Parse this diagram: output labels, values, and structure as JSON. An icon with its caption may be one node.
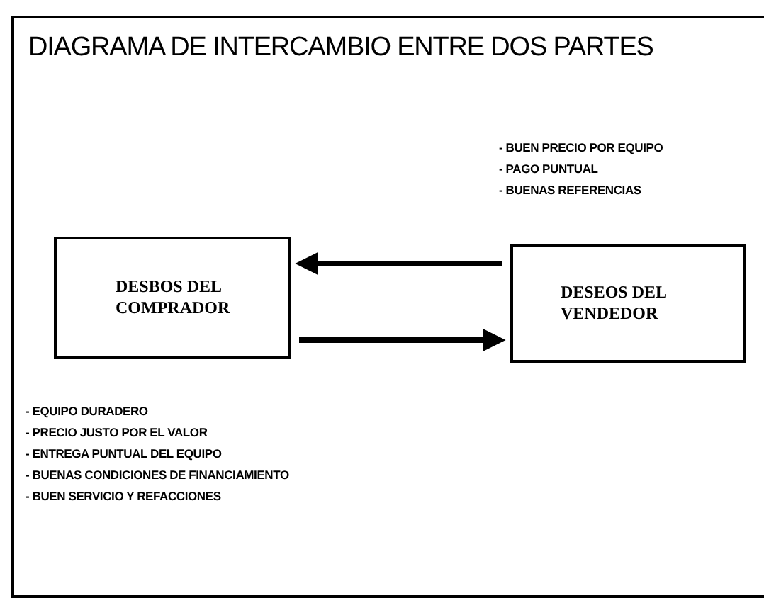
{
  "diagram": {
    "title": "DIAGRAMA DE INTERCAMBIO ENTRE DOS PARTES",
    "nodes": [
      {
        "text": [
          "DESBOS DEL COMPRADOR"
        ]
      },
      {
        "text": [
          "DESEOS DEL VENDEDOR"
        ]
      }
    ],
    "edges": [
      {
        "from": 1,
        "to": 0,
        "arrow": "to"
      },
      {
        "from": 0,
        "to": 1,
        "arrow": "to"
      }
    ],
    "labels": [
      "- BUEN PRECIO POR EQUIPO",
      "- PAGO PUNTUAL",
      "- BUENAS REFERENCIAS",
      "- EQUIPO DURADERO",
      "- PRECIO JUSTO POR EL VALOR",
      "- ENTREGA PUNTUAL DEL EQUIPO",
      "- BUENAS CONDICIONES DE FINANCIAMIENTO",
      "- BUEN SERVICIO Y REFACCIONES"
    ]
  }
}
